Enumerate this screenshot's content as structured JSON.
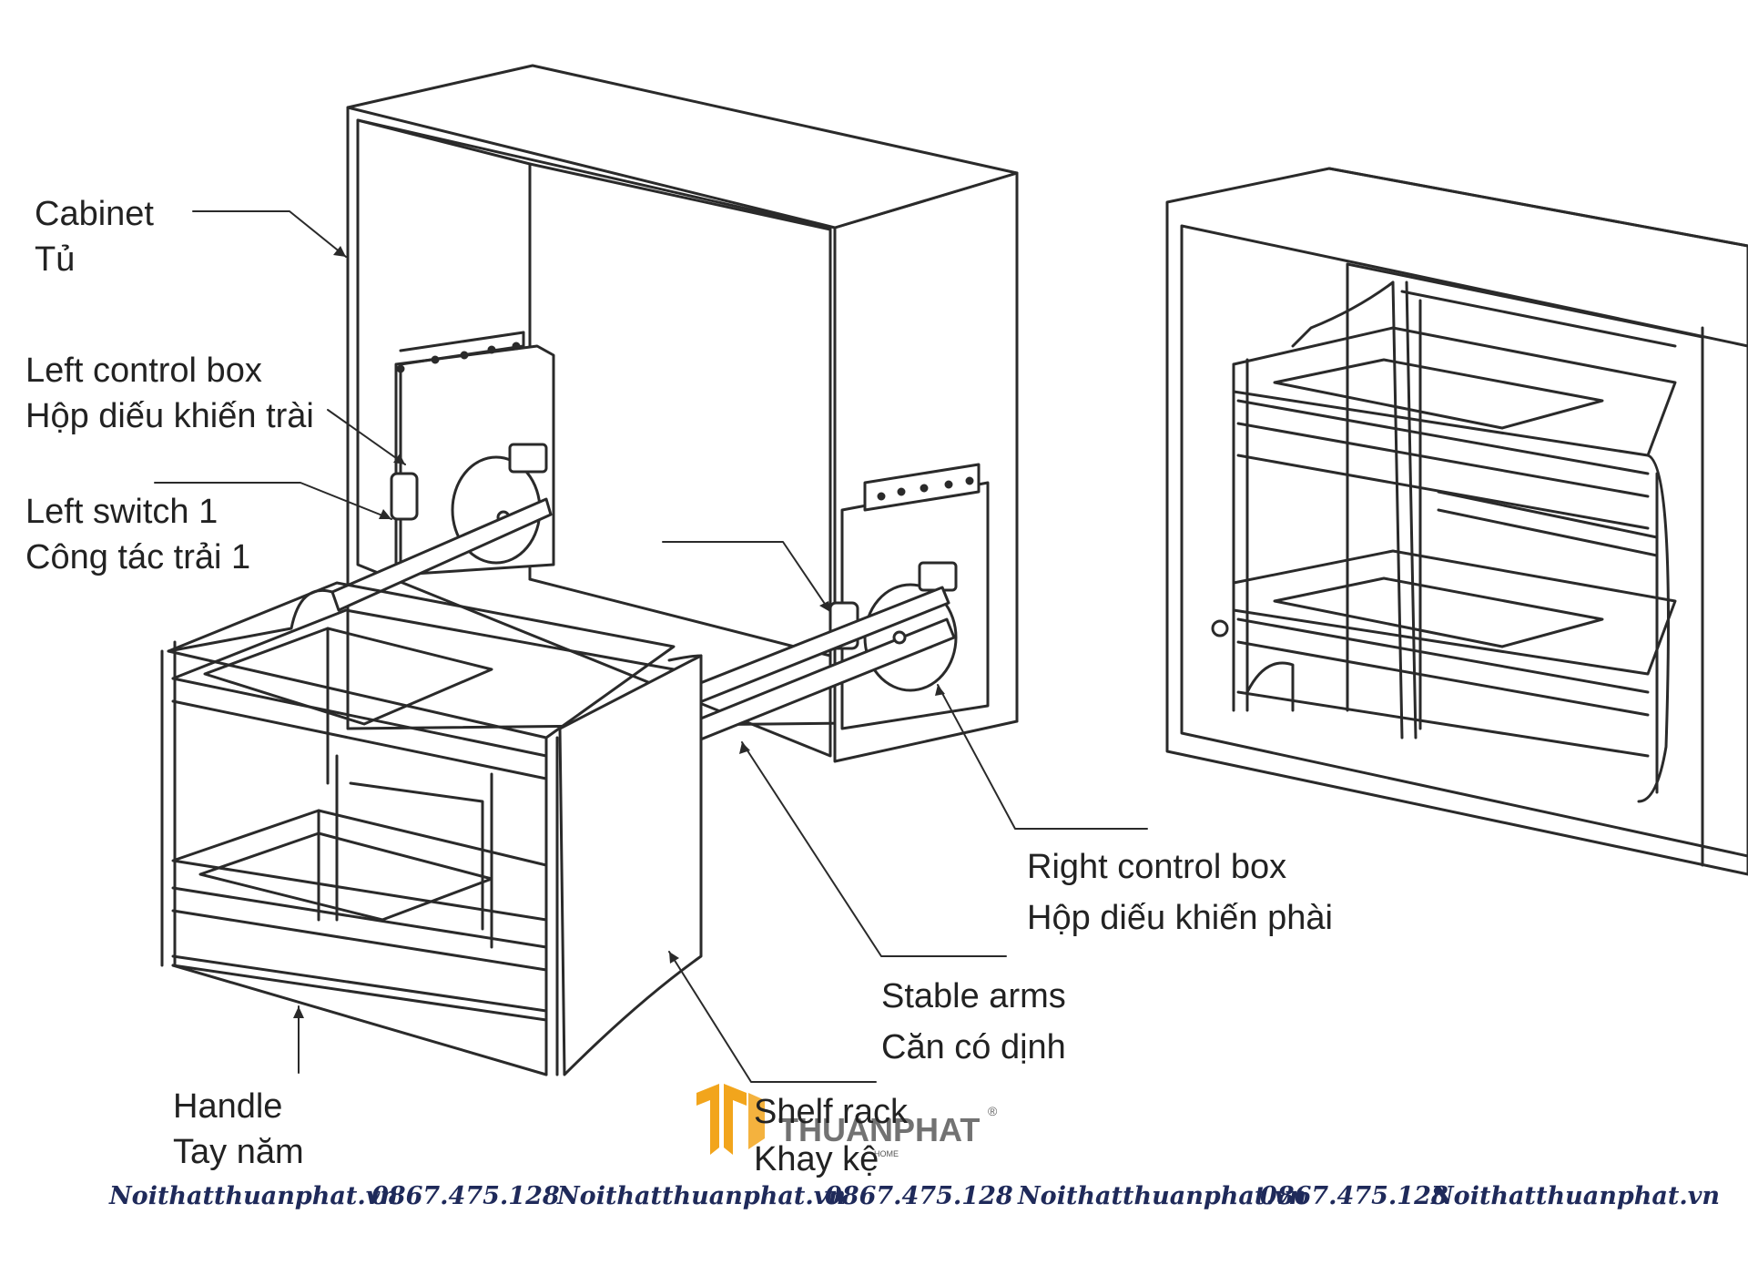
{
  "labels": {
    "cabinet": {
      "en": "Cabinet",
      "vi": "Tủ"
    },
    "left_control_box": {
      "en": "Left control box",
      "vi": "Hộp diếu khiến trài"
    },
    "left_switch": {
      "en": "Left switch 1",
      "vi": "Công tác trải 1"
    },
    "right_control_box": {
      "en": "Right control box",
      "vi": "Hộp diếu khiến phài"
    },
    "stable_arms": {
      "en": "Stable arms",
      "vi": "Căn có dịnh"
    },
    "handle": {
      "en": "Handle",
      "vi": "Tay năm"
    },
    "shelf_rack": {
      "en": "Shelf rack",
      "vi": "Khay kệ"
    }
  },
  "logo": {
    "brand": "THUANPHAT",
    "sub": "HOME",
    "reg": "®",
    "color": "#f2a51c"
  },
  "footer": [
    "Noithatthuanphat.vn",
    "0867.475.128",
    "Noithatthuanphat.vn",
    "0867.475.128",
    "Noithatthuanphat.vn",
    "0867.475.128",
    "Noithatthuanphat.vn"
  ],
  "colors": {
    "line": "#2a2a2a",
    "text": "#222222",
    "footer": "#1f2a5a",
    "logo_accent": "#f2a51c"
  }
}
